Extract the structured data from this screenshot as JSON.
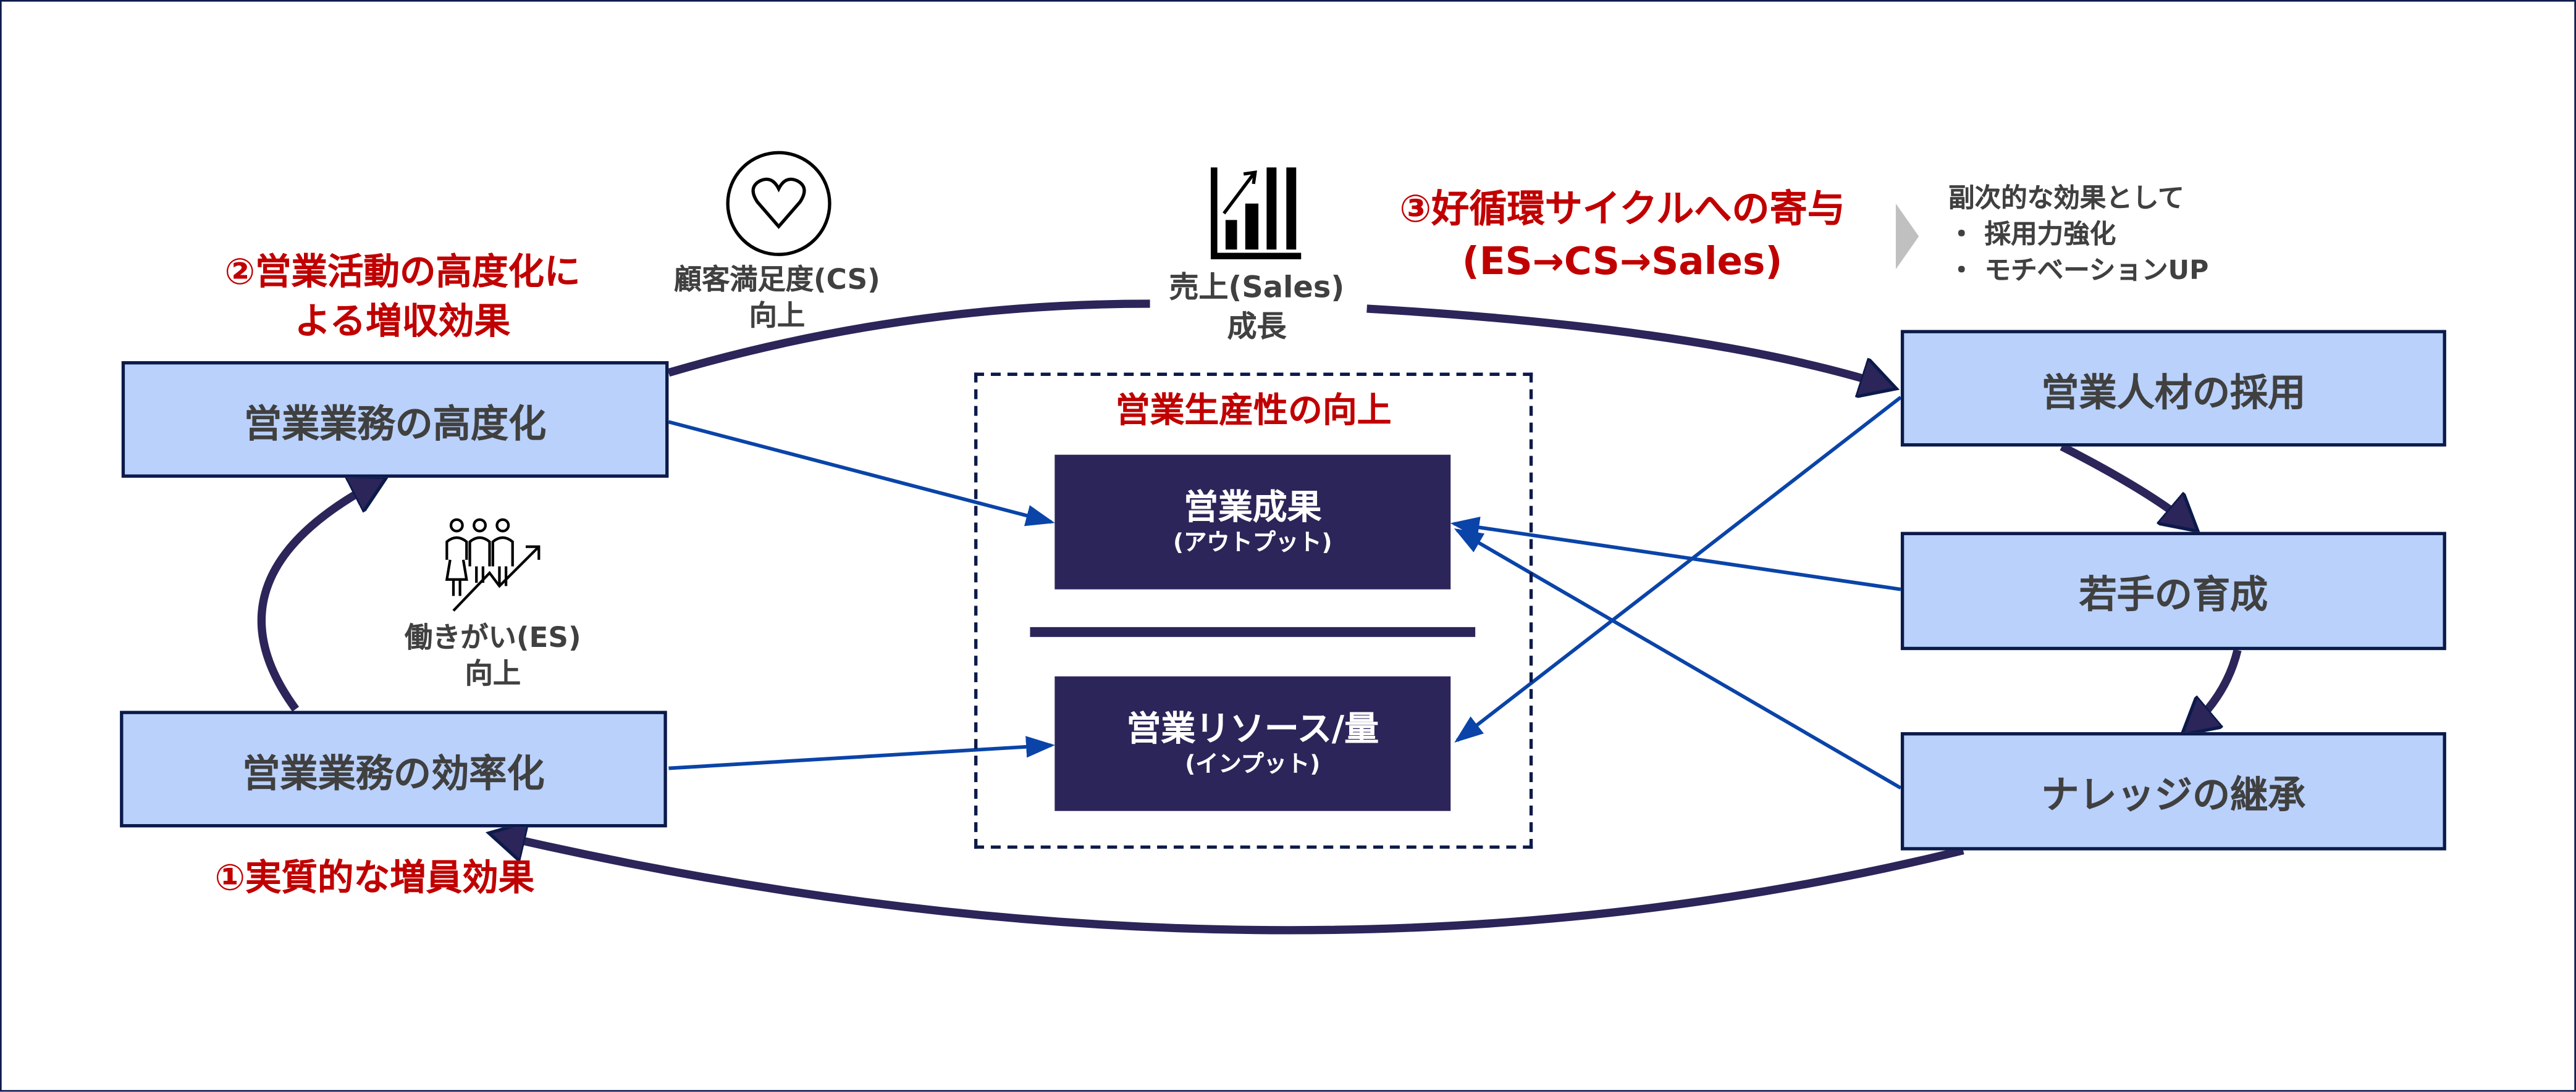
{
  "left": {
    "box_advanced": "営業業務の高度化",
    "box_efficiency": "営業業務の効率化",
    "label_revenue": [
      "②営業活動の高度化に",
      "よる増収効果"
    ],
    "label_headcount": "①実質的な増員効果",
    "es_label": [
      "働きがい(ES)",
      "向上"
    ]
  },
  "top": {
    "cs_label": [
      "顧客満足度(CS)",
      "向上"
    ],
    "sales_label": [
      "売上(Sales)",
      "成長"
    ],
    "cycle_label": [
      "③好循環サイクルへの寄与",
      "(ES→CS→Sales)"
    ]
  },
  "center": {
    "title": "営業生産性の向上",
    "output_main": "営業成果",
    "output_sub": "(アウトプット)",
    "input_main": "営業リソース/量",
    "input_sub": "(インプット)"
  },
  "right": {
    "box_hiring": "営業人材の採用",
    "box_training": "若手の育成",
    "box_knowledge": "ナレッジの継承",
    "side_title": "副次的な効果として",
    "side_items": [
      "採用力強化",
      "モチベーションUP"
    ],
    "bullet": "・"
  },
  "icons": {
    "cs": "heart-circle-icon",
    "sales": "bar-chart-growth-icon",
    "es": "people-growth-icon",
    "chevron": "chevron-right-icon"
  },
  "colors": {
    "box_fill": "#b9d1fb",
    "box_border": "#0c1a4a",
    "dark_fill": "#2b2559",
    "accent_red": "#c00000",
    "arrow_blue": "#0a44a8",
    "cycle_navy": "#2b2559"
  }
}
